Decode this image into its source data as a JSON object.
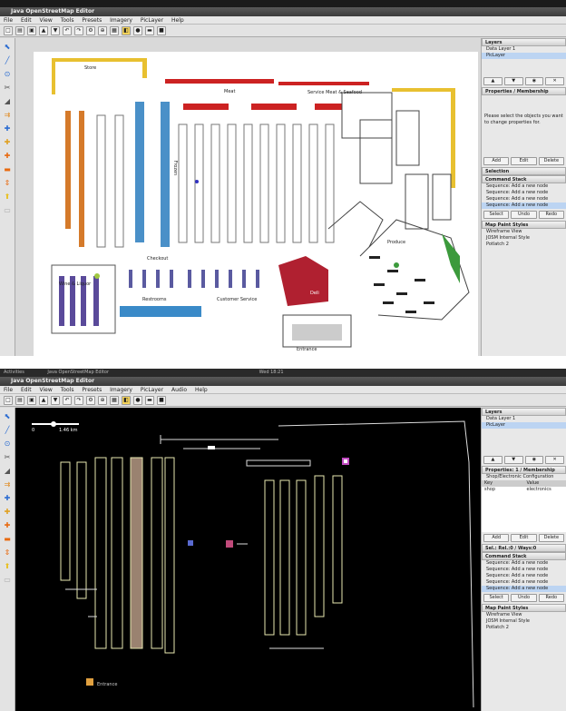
{
  "window1": {
    "title": "Java OpenStreetMap Editor",
    "menu": [
      "File",
      "Edit",
      "View",
      "Tools",
      "Presets",
      "Imagery",
      "PicLayer",
      "Help"
    ],
    "map_labels": {
      "store": "Store",
      "meat": "Meat",
      "service_meat": "Service Meat & Seafood",
      "frozen": "Frozen",
      "produce": "Produce",
      "checkout": "Checkout",
      "restrooms": "Restrooms",
      "customer_service": "Customer Service",
      "wine": "Wine & Liquor",
      "entrance": "Entrance",
      "deli": "Deli"
    },
    "layers": {
      "title": "Layers",
      "items": [
        "Data Layer 1",
        "PicLayer"
      ]
    },
    "properties": {
      "title": "Properties / Membership",
      "hint": "Please select the objects you want to change properties for."
    },
    "prop_buttons": [
      "Add",
      "Edit",
      "Delete"
    ],
    "selection_title": "Selection",
    "command_stack": {
      "title": "Command Stack",
      "items": [
        "Sequence: Add a new node",
        "Sequence: Add a new node",
        "Sequence: Add a new node",
        "Sequence: Add a new node"
      ]
    },
    "stack_buttons": [
      "Select",
      "Undo",
      "Redo"
    ],
    "paint": {
      "title": "Map Paint Styles",
      "items": [
        "Wireframe View",
        "JOSM Internal Style",
        "Potlatch 2"
      ]
    }
  },
  "window2": {
    "topbar": [
      "Activities",
      "Java OpenStreetMap Editor",
      "Wed 18:21"
    ],
    "title": "Java OpenStreetMap Editor",
    "menu": [
      "File",
      "Edit",
      "View",
      "Tools",
      "Presets",
      "Imagery",
      "PicLayer",
      "Audio",
      "Help"
    ],
    "scale_label": "1.46 km",
    "scale_zero": "0",
    "map_note": "Entrance",
    "layers": {
      "title": "Layers",
      "items": [
        "Data Layer 1",
        "PicLayer"
      ]
    },
    "properties": {
      "title": "Properties: 1 / Membership",
      "item": "Shop/Electronic Configuration",
      "cols": [
        "Key",
        "Value"
      ],
      "row": [
        "shop",
        "electronics"
      ]
    },
    "prop_buttons": [
      "Add",
      "Edit",
      "Delete"
    ],
    "selection_title": "Sel.: Rel.:0 / Ways:0",
    "command_stack": {
      "title": "Command Stack",
      "items": [
        "Sequence: Add a new node",
        "Sequence: Add a new node",
        "Sequence: Add a new node",
        "Sequence: Add a new node",
        "Sequence: Add a new node"
      ]
    },
    "stack_buttons": [
      "Select",
      "Undo",
      "Redo"
    ],
    "paint": {
      "title": "Map Paint Styles",
      "items": [
        "Wireframe View",
        "JOSM Internal Style",
        "Potlatch 2"
      ]
    }
  }
}
